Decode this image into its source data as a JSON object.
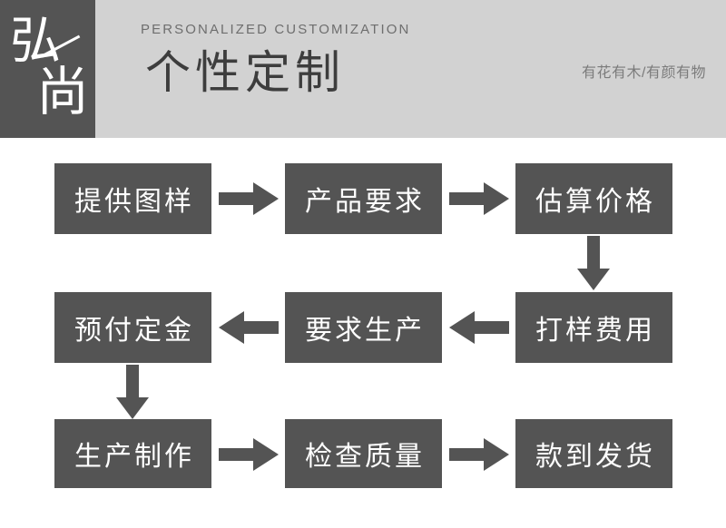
{
  "header": {
    "logo": {
      "char_top": "弘",
      "char_bottom": "尚"
    },
    "eyebrow": "PERSONALIZED CUSTOMIZATION",
    "title": "个性定制",
    "tagline": "有花有木/有颜有物",
    "bg_color": "#d2d2d2",
    "logo_bg_color": "#545454"
  },
  "flow": {
    "node_color": "#545454",
    "node_text_color": "#ffffff",
    "arrow_color": "#545454",
    "rows": [
      {
        "nodes": [
          "提供图样",
          "产品要求",
          "估算价格"
        ],
        "connectors": [
          "arrow-right",
          "arrow-right"
        ]
      },
      {
        "nodes": [
          "预付定金",
          "要求生产",
          "打样费用"
        ],
        "connectors": [
          "arrow-left",
          "arrow-left"
        ]
      },
      {
        "nodes": [
          "生产制作",
          "检查质量",
          "款到发货"
        ],
        "connectors": [
          "arrow-right",
          "arrow-right"
        ]
      }
    ],
    "vertical_connectors": [
      {
        "from": "估算价格",
        "to": "打样费用",
        "direction": "down",
        "column": 3
      },
      {
        "from": "预付定金",
        "to": "生产制作",
        "direction": "down",
        "column": 1
      }
    ]
  }
}
